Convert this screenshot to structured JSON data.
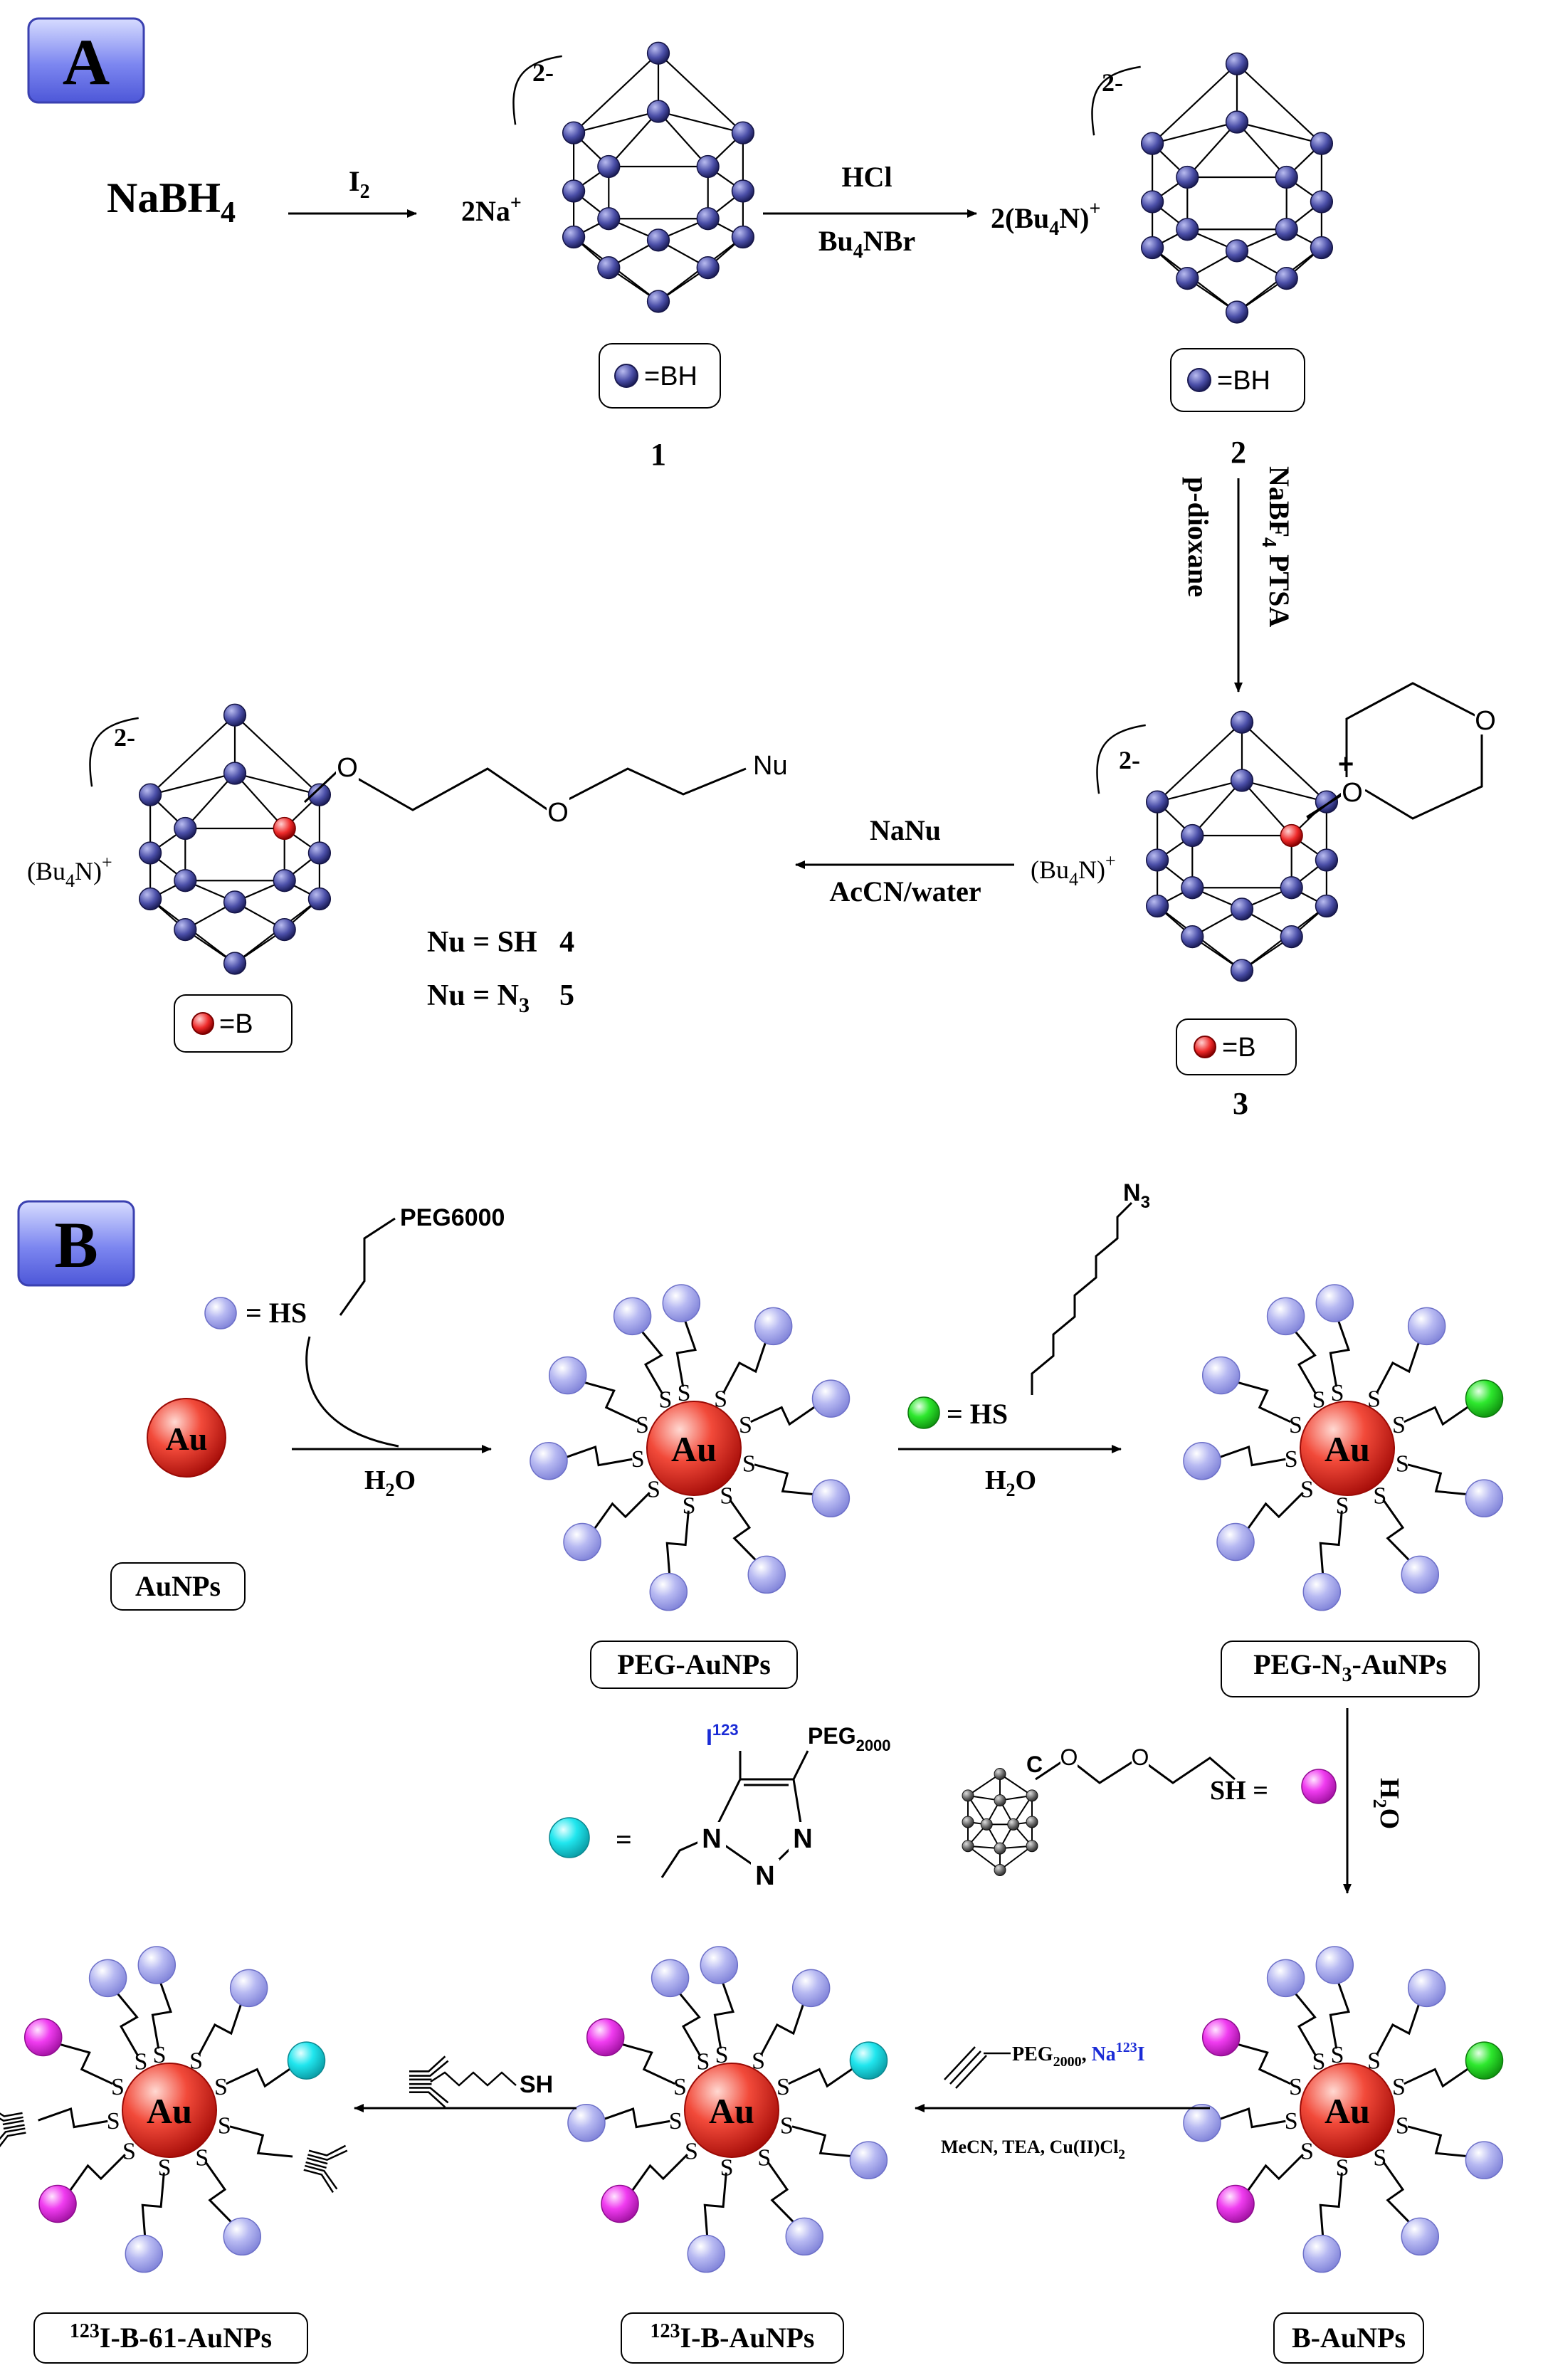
{
  "panel_a": {
    "badge": "A",
    "reagent_start": "NaBH4",
    "step1_reagent": "I2",
    "cation_1": "2Na+",
    "charge": "2-",
    "legend_bh": "=BH",
    "legend_b": "=B",
    "label_1": "1",
    "step2_reagent_top": "HCl",
    "step2_reagent_bottom": "Bu4NBr",
    "cation_2": "2(Bu4N)+",
    "label_2": "2",
    "step3_reagent_a": "NaBF4 PTSA",
    "step3_reagent_b": "p-dioxane",
    "label_3": "3",
    "cation_3": "(Bu4N)+",
    "step4_reagent_top": "NaNu",
    "step4_reagent_bottom": "AcCN/water",
    "cation_4": "(Bu4N)+",
    "nu_label": "Nu",
    "nu_sh": "Nu = SH   4",
    "nu_n3": "Nu = N3    5",
    "atom_o": "O",
    "plus": "+"
  },
  "panel_b": {
    "badge": "B",
    "aunps": "AuNPs",
    "au": "Au",
    "peg6000": "PEG6000",
    "hs_eq": "= HS",
    "h2o": "H2O",
    "peg_aunps": "PEG-AuNPs",
    "n3": "N3",
    "peg_n3_aunps": "PEG-N3-AuNPs",
    "i123": "I123",
    "peg2000": "PEG2000",
    "n": "N",
    "c": "C",
    "o": "O",
    "sh_eq": "SH =",
    "b_aunps": "B-AuNPs",
    "alkyne_reagent": "PEG2000, Na123I",
    "click_conditions": "MeCN, TEA, Cu(II)Cl2",
    "i_b_aunps": "123I-B-AuNPs",
    "antibody_sh": "SH",
    "i_b_61_aunps": "123I-B-61-AuNPs",
    "s": "S",
    "eq": "="
  }
}
